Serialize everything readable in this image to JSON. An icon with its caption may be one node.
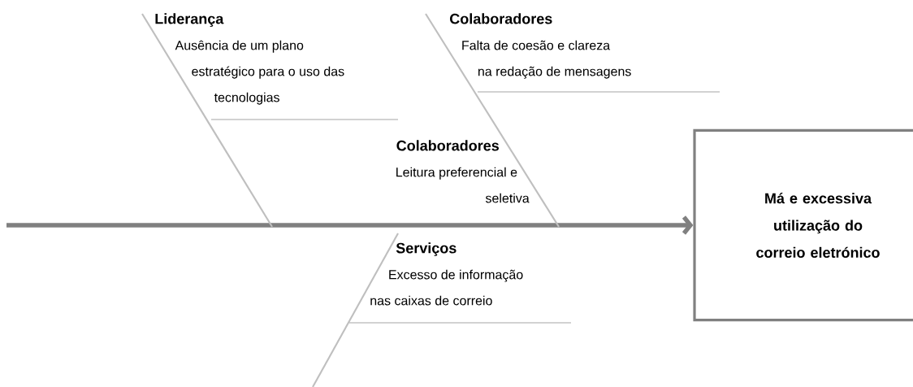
{
  "diagram": {
    "nodes": [
      {
        "text": [
          "Má e excessiva utilização do correio eletrónico"
        ]
      },
      {
        "text": [
          "Liderança",
          "Ausência de um plano estratégico para o uso das tecnologias"
        ]
      },
      {
        "text": [
          "Colaboradores",
          "Falta de coesão e clareza na redação de mensagens"
        ]
      },
      {
        "text": [
          "Colaboradores",
          "Leitura preferencial e seletiva"
        ]
      },
      {
        "text": [
          "Serviços",
          "Excesso de informação nas caixas de correio"
        ]
      }
    ],
    "edges": [
      {
        "from": null,
        "to": 0,
        "arrow": "to",
        "style": "thick",
        "color": "#808080"
      },
      {
        "from": 1,
        "to": null,
        "arrow": "none"
      },
      {
        "from": 2,
        "to": null,
        "arrow": "none"
      },
      {
        "from": 4,
        "to": null,
        "arrow": "none"
      }
    ]
  }
}
